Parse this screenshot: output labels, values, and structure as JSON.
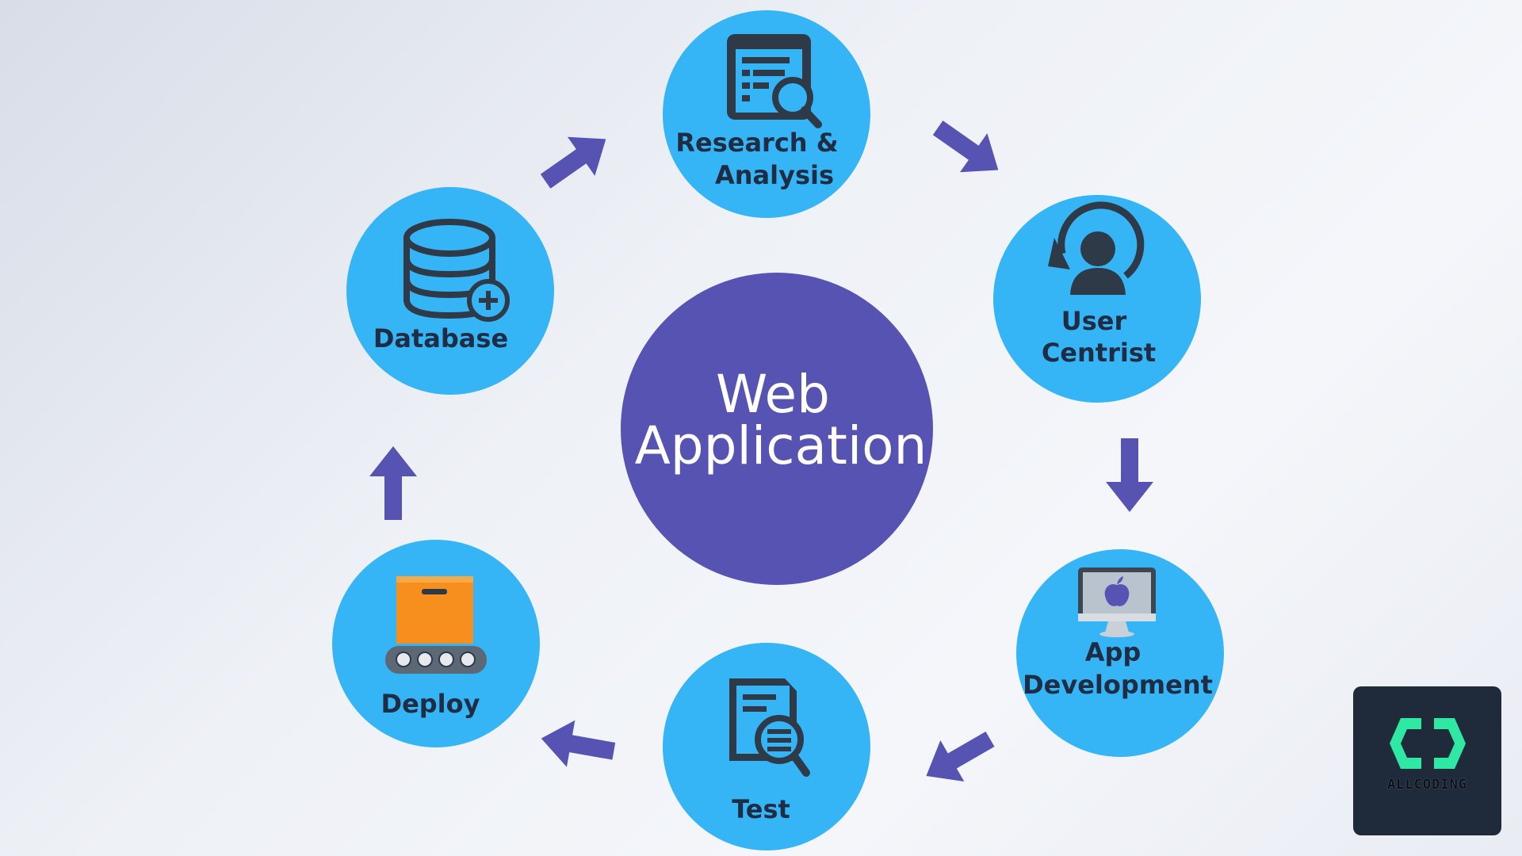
{
  "colors": {
    "node_fill": "#35b5f5",
    "center_fill": "#5753b3",
    "arrow_fill": "#5753b3",
    "label_text": "#1f2d44",
    "center_text": "#ffffff",
    "logo_bg": "#1f2a3a",
    "logo_accent": "#2ee8a3"
  },
  "center": {
    "line1": "Web",
    "line2": "Application"
  },
  "nodes": {
    "research": {
      "line1": "Research &",
      "line2": "Analysis",
      "icon": "report-search-icon"
    },
    "user": {
      "line1": "User",
      "line2": "Centrist",
      "icon": "user-refresh-icon"
    },
    "app": {
      "line1": "App",
      "line2": "Development",
      "icon": "monitor-apple-icon"
    },
    "test": {
      "line1": "Test",
      "icon": "document-search-icon"
    },
    "deploy": {
      "line1": "Deploy",
      "icon": "box-conveyor-icon"
    },
    "database": {
      "line1": "Database",
      "icon": "database-add-icon"
    }
  },
  "logo": {
    "text": "ALLCODING",
    "icon": "code-brackets-icon"
  }
}
